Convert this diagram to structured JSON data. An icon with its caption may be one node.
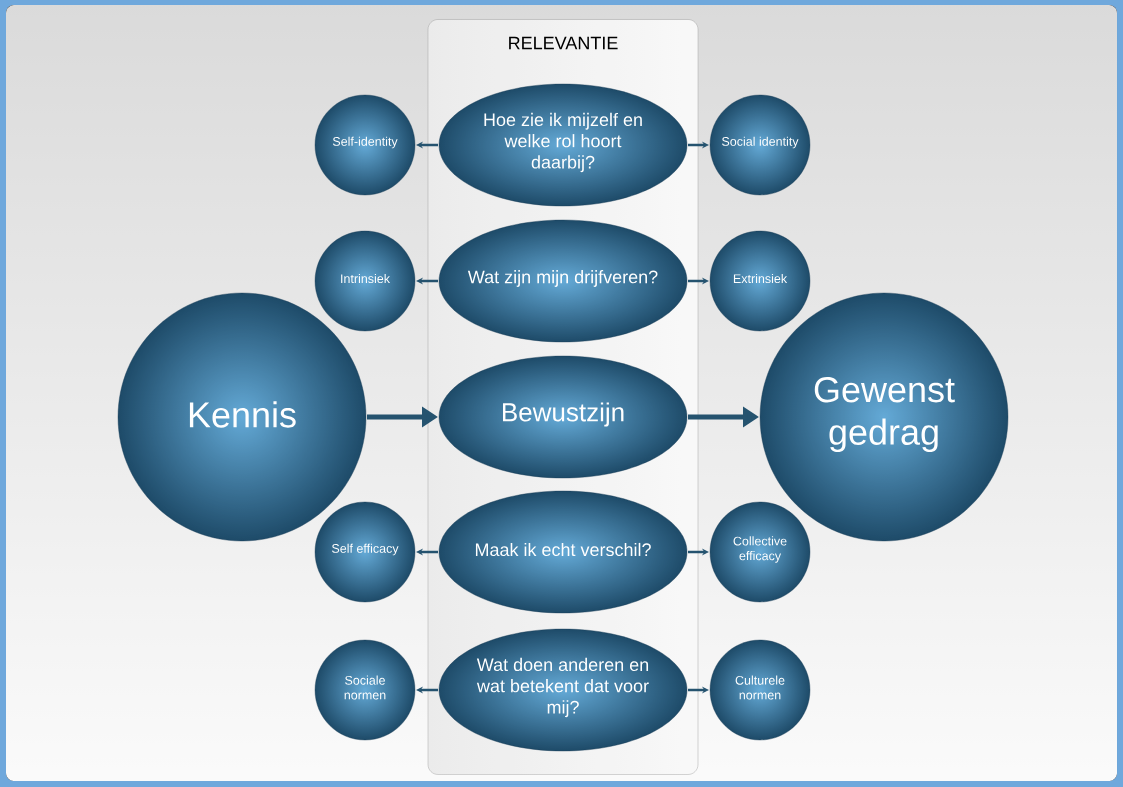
{
  "diagram": {
    "nodes": [
      {
        "text": [
          "RELEVANTIE"
        ]
      },
      {
        "text": [
          "Self-identity"
        ]
      },
      {
        "text": [
          "Hoe zie ik mijzelf en welke rol hoort daarbij?"
        ],
        "in": 0
      },
      {
        "text": [
          "Social identity"
        ]
      },
      {
        "text": [
          "Intrinsiek"
        ]
      },
      {
        "text": [
          "Wat zijn mijn drijfveren?"
        ],
        "in": 0
      },
      {
        "text": [
          "Extrinsiek"
        ]
      },
      {
        "text": [
          "Kennis"
        ]
      },
      {
        "text": [
          "Bewustzijn"
        ],
        "in": 0
      },
      {
        "text": [
          "Gewenst gedrag"
        ]
      },
      {
        "text": [
          "Self efficacy"
        ]
      },
      {
        "text": [
          "Maak ik echt verschil?"
        ],
        "in": 0
      },
      {
        "text": [
          "Collective efficacy"
        ]
      },
      {
        "text": [
          "Sociale normen"
        ]
      },
      {
        "text": [
          "Wat doen anderen en wat betekent dat voor mij?"
        ],
        "in": 0
      },
      {
        "text": [
          "Culturele normen"
        ]
      }
    ],
    "edges": [
      {
        "from": 2,
        "to": 1,
        "arrow": "to"
      },
      {
        "from": 2,
        "to": 3,
        "arrow": "to"
      },
      {
        "from": 5,
        "to": 4,
        "arrow": "to"
      },
      {
        "from": 5,
        "to": 6,
        "arrow": "to"
      },
      {
        "from": 7,
        "to": 8,
        "arrow": "to",
        "style": "thick"
      },
      {
        "from": 8,
        "to": 9,
        "arrow": "to",
        "style": "thick"
      },
      {
        "from": 11,
        "to": 10,
        "arrow": "to"
      },
      {
        "from": 11,
        "to": 12,
        "arrow": "to"
      },
      {
        "from": 14,
        "to": 13,
        "arrow": "to"
      },
      {
        "from": 14,
        "to": 15,
        "arrow": "to"
      }
    ]
  }
}
